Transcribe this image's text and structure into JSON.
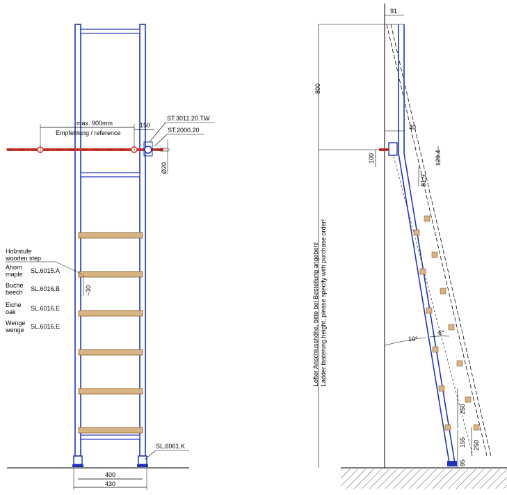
{
  "colors": {
    "rail": "#2233bb",
    "red_bar": "#d43a2a",
    "step_wood": "#d8b484",
    "step_stroke": "#8a5a2a",
    "dim_line": "#000000",
    "ground_hatch": "#555555"
  },
  "front_view": {
    "top_dims": {
      "max_width": "max. 900mm",
      "reference": "Empfehlung / reference",
      "offset": "150"
    },
    "part_refs": {
      "bracket": "ST.3011.20.TW",
      "rod_holder": "ST.2000.20",
      "foot": "SL.6061.K"
    },
    "diameter": "Ø20",
    "step_spacing": "~30",
    "wooden_step_label": [
      "Holzstufe",
      "wooden step"
    ],
    "wood_types": [
      {
        "de": "Ahorn",
        "en": "maple",
        "code": "SL.6015.A"
      },
      {
        "de": "Buche",
        "en": "beech",
        "code": "SL.6016.B"
      },
      {
        "de": "Eiche",
        "en": "oak",
        "code": "SL.6016.E"
      },
      {
        "de": "Wenge",
        "en": "wenge",
        "code": "SL.6016.E"
      }
    ],
    "bottom_dims": {
      "inner": "400",
      "outer": "430"
    }
  },
  "side_view": {
    "dims": {
      "top_offset": "91",
      "height_upper": "800",
      "offset_40": "40",
      "height_100": "100",
      "height_129": "129.4",
      "height_81": "81.9",
      "angle_10": "10°",
      "angle_6": "6°",
      "spacing_250_a": "250",
      "spacing_250_b": "250",
      "spacing_155": "155",
      "spacing_95": "95"
    },
    "note": [
      "Lefter Anschlusshöhe, bitte bei Bestellung angeben!",
      "Ladder fastening height, please specify with purchase order!"
    ]
  }
}
